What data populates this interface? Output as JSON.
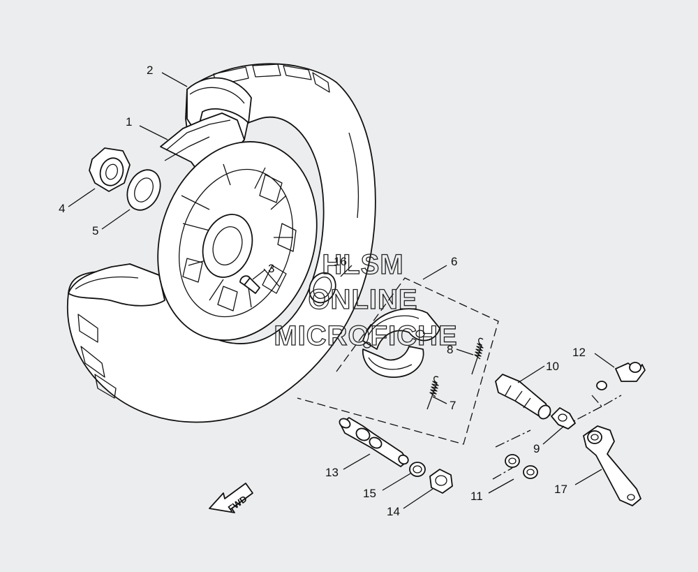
{
  "diagram": {
    "callouts": [
      "1",
      "2",
      "3",
      "4",
      "5",
      "6",
      "7",
      "8",
      "9",
      "10",
      "11",
      "12",
      "13",
      "14",
      "15",
      "16",
      "17"
    ],
    "watermark": [
      "HLSM",
      "ONLINE",
      "MICROFICHE"
    ],
    "fwd_label": "FWD"
  }
}
